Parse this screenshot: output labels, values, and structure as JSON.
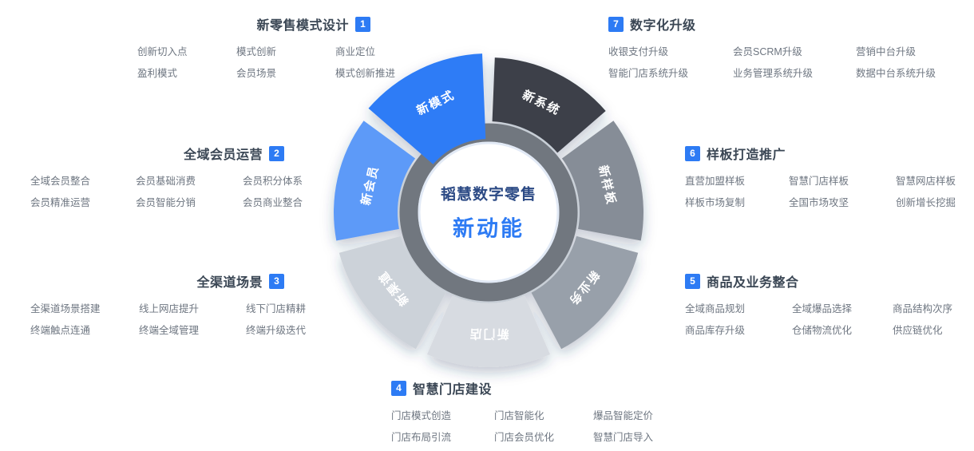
{
  "center": {
    "line1": "韬慧数字零售",
    "line2": "新动能"
  },
  "colors": {
    "accent": "#2d7bf4",
    "title": "#3a4654",
    "item": "#6e7681",
    "ring": "#71777f"
  },
  "wheel": {
    "segments": [
      {
        "label": "新系统",
        "color": "#3c4148"
      },
      {
        "label": "新样板",
        "color": "#868d97"
      },
      {
        "label": "新业务",
        "color": "#98a0aa"
      },
      {
        "label": "新门店",
        "color": "#d7dbe1"
      },
      {
        "label": "新渠道",
        "color": "#ccd2d9"
      },
      {
        "label": "新会员",
        "color": "#5d9af8"
      },
      {
        "label": "新模式",
        "color": "#2e7cf6",
        "highlight": true
      }
    ]
  },
  "sections": [
    {
      "num": "1",
      "title": "新零售模式设计",
      "items": [
        "创新切入点",
        "模式创新",
        "商业定位",
        "盈利模式",
        "会员场景",
        "模式创新推进"
      ]
    },
    {
      "num": "2",
      "title": "全域会员运营",
      "items": [
        "全域会员整合",
        "会员基础消费",
        "会员积分体系",
        "会员精准运营",
        "会员智能分销",
        "会员商业整合"
      ]
    },
    {
      "num": "3",
      "title": "全渠道场景",
      "items": [
        "全渠道场景搭建",
        "线上网店提升",
        "线下门店精耕",
        "终端触点连通",
        "终端全域管理",
        "终端升级迭代"
      ]
    },
    {
      "num": "4",
      "title": "智慧门店建设",
      "items": [
        "门店模式创造",
        "门店智能化",
        "爆品智能定价",
        "门店布局引流",
        "门店会员优化",
        "智慧门店导入"
      ]
    },
    {
      "num": "5",
      "title": "商品及业务整合",
      "items": [
        "全域商品规划",
        "全域爆品选择",
        "商品结构次序",
        "商品库存升级",
        "仓储物流优化",
        "供应链优化"
      ]
    },
    {
      "num": "6",
      "title": "样板打造推广",
      "items": [
        "直营加盟样板",
        "智慧门店样板",
        "智慧网店样板",
        "样板市场复制",
        "全国市场攻坚",
        "创新增长挖掘"
      ]
    },
    {
      "num": "7",
      "title": "数字化升级",
      "items": [
        "收银支付升级",
        "会员SCRM升级",
        "营销中台升级",
        "智能门店系统升级",
        "业务管理系统升级",
        "数据中台系统升级"
      ]
    }
  ]
}
